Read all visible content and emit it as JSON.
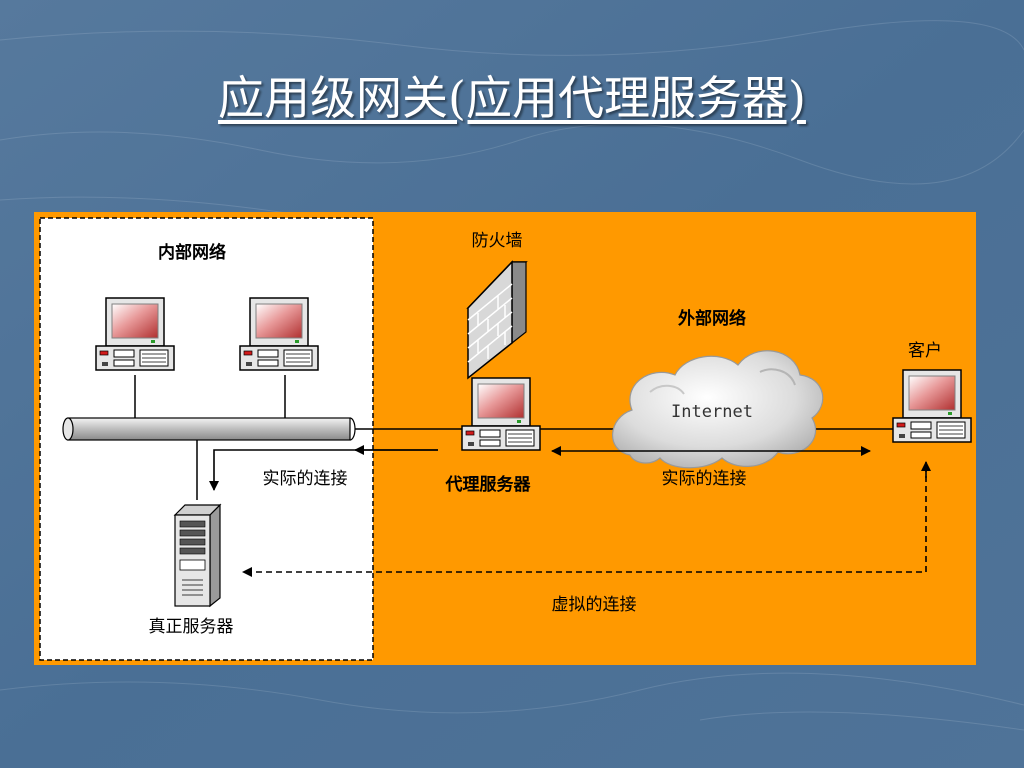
{
  "title": "应用级网关(应用代理服务器)",
  "diagram": {
    "internal_network_label": "内部网络",
    "firewall_label": "防火墙",
    "external_network_label": "外部网络",
    "client_label": "客户",
    "internet_label": "Internet",
    "real_conn_left_label": "实际的连接",
    "proxy_server_label": "代理服务器",
    "real_conn_right_label": "实际的连接",
    "real_server_label": "真正服务器",
    "virtual_conn_label": "虚拟的连接"
  },
  "colors": {
    "background": "#4a6f95",
    "orange_panel": "#ff9900",
    "internal_panel": "#ffffff"
  }
}
